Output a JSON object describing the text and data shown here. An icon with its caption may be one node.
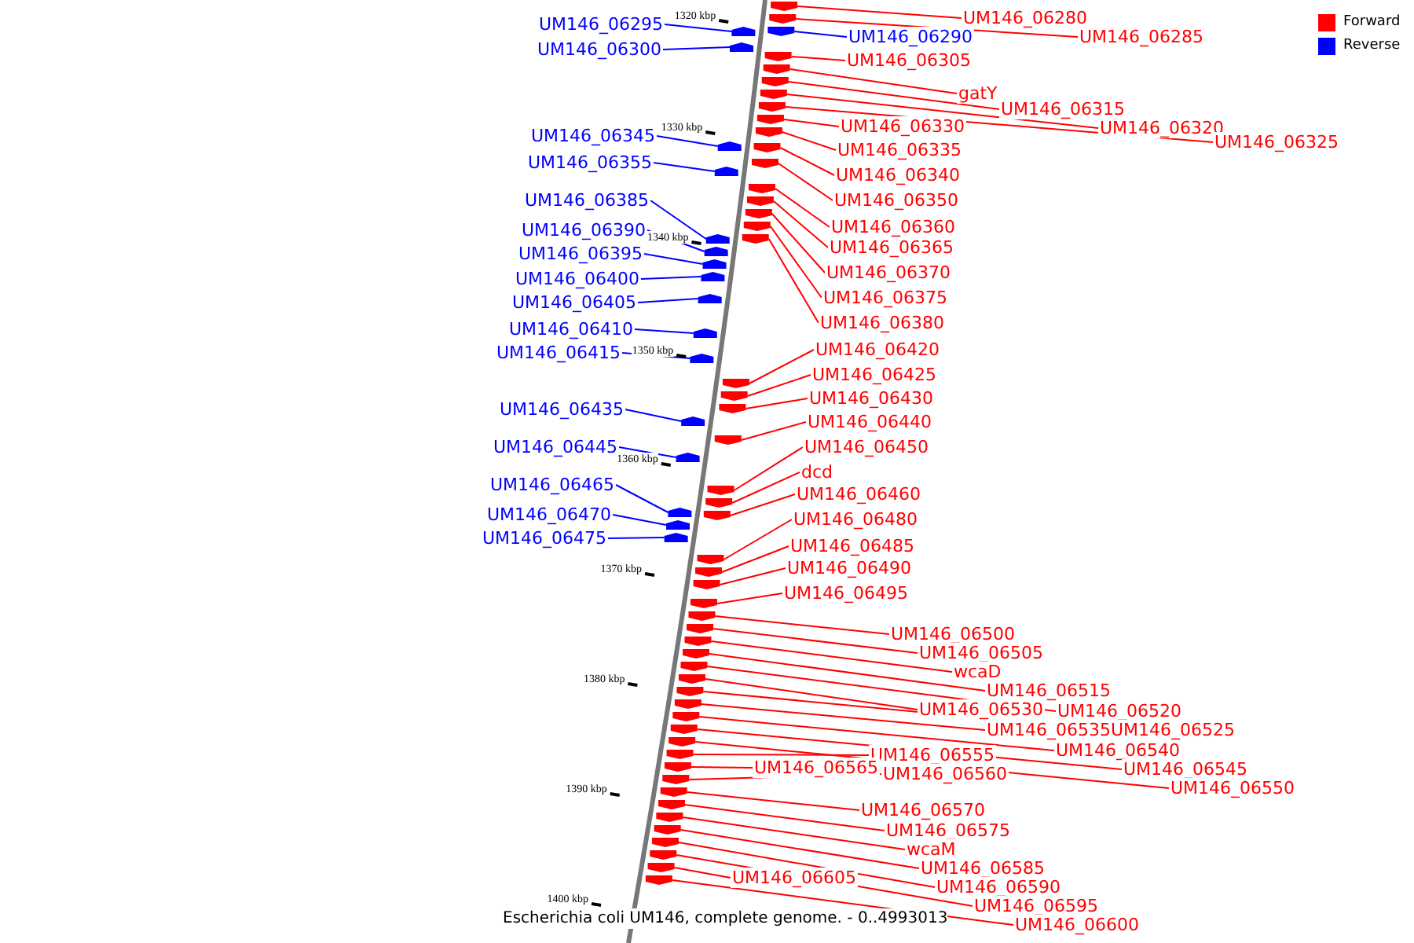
{
  "diagram": {
    "caption": "Escherichia coli UM146, complete genome. - 0..4993013",
    "nodes": [
      {
        "text": [
          "UM146_06280"
        ]
      },
      {
        "text": [
          "UM146_06295"
        ]
      },
      {
        "text": [
          "UM146_06290"
        ]
      },
      {
        "text": [
          "UM146_06285"
        ]
      },
      {
        "text": [
          "UM146_06300"
        ]
      },
      {
        "text": [
          "UM146_06305"
        ]
      },
      {
        "text": [
          "gatY"
        ]
      },
      {
        "text": [
          "UM146_06315"
        ]
      },
      {
        "text": [
          "UM146_06330"
        ]
      },
      {
        "text": [
          "UM146_06320"
        ]
      },
      {
        "text": [
          "UM146_06345"
        ]
      },
      {
        "text": [
          "UM146_06325"
        ]
      },
      {
        "text": [
          "UM146_06335"
        ]
      },
      {
        "text": [
          "UM146_06355"
        ]
      },
      {
        "text": [
          "UM146_06340"
        ]
      },
      {
        "text": [
          "UM146_06385"
        ]
      },
      {
        "text": [
          "UM146_06350"
        ]
      },
      {
        "text": [
          "UM146_06360"
        ]
      },
      {
        "text": [
          "UM146_06390"
        ]
      },
      {
        "text": [
          "UM146_06365"
        ]
      },
      {
        "text": [
          "UM146_06395"
        ]
      },
      {
        "text": [
          "UM146_06370"
        ]
      },
      {
        "text": [
          "UM146_06400"
        ]
      },
      {
        "text": [
          "UM146_06375"
        ]
      },
      {
        "text": [
          "UM146_06405"
        ]
      },
      {
        "text": [
          "UM146_06380"
        ]
      },
      {
        "text": [
          "UM146_06410"
        ]
      },
      {
        "text": [
          "UM146_06420"
        ]
      },
      {
        "text": [
          "UM146_06415"
        ]
      },
      {
        "text": [
          "UM146_06425"
        ]
      },
      {
        "text": [
          "UM146_06430"
        ]
      },
      {
        "text": [
          "UM146_06435"
        ]
      },
      {
        "text": [
          "UM146_06440"
        ]
      },
      {
        "text": [
          "UM146_06445"
        ]
      },
      {
        "text": [
          "UM146_06450"
        ]
      },
      {
        "text": [
          "dcd"
        ]
      },
      {
        "text": [
          "UM146_06465"
        ]
      },
      {
        "text": [
          "UM146_06460"
        ]
      },
      {
        "text": [
          "UM146_06470"
        ]
      },
      {
        "text": [
          "UM146_06480"
        ]
      },
      {
        "text": [
          "UM146_06475"
        ]
      },
      {
        "text": [
          "UM146_06485"
        ]
      },
      {
        "text": [
          "UM146_06490"
        ]
      },
      {
        "text": [
          "UM146_06495"
        ]
      },
      {
        "text": [
          "UM146_06500"
        ]
      },
      {
        "text": [
          "UM146_06505"
        ]
      },
      {
        "text": [
          "wcaD"
        ]
      },
      {
        "text": [
          "UM146_06515"
        ]
      },
      {
        "text": [
          "UM146_06530"
        ]
      },
      {
        "text": [
          "UM146_06520"
        ]
      },
      {
        "text": [
          "UM146_06535"
        ]
      },
      {
        "text": [
          "UM146_06525"
        ]
      },
      {
        "text": [
          "UM146_06540"
        ]
      },
      {
        "text": [
          "UM146_06555"
        ]
      },
      {
        "text": [
          "UM146_06565"
        ]
      },
      {
        "text": [
          "UM146_06545"
        ]
      },
      {
        "text": [
          "UM146_06560"
        ]
      },
      {
        "text": [
          "UM146_06550"
        ]
      },
      {
        "text": [
          "UM146_06570"
        ]
      },
      {
        "text": [
          "UM146_06575"
        ]
      },
      {
        "text": [
          "wcaM"
        ]
      },
      {
        "text": [
          "UM146_06585"
        ]
      },
      {
        "text": [
          "UM146_06605"
        ]
      },
      {
        "text": [
          "UM146_06590"
        ]
      },
      {
        "text": [
          "UM146_06595"
        ]
      },
      {
        "text": [
          "UM146_06600"
        ]
      },
      {
        "text": [],
        "shape": "arrow"
      },
      {
        "text": [],
        "shape": "arrow"
      },
      {
        "text": [],
        "shape": "arrow"
      },
      {
        "text": [],
        "shape": "arrow"
      },
      {
        "text": [],
        "shape": "arrow"
      },
      {
        "text": [],
        "shape": "arrow"
      },
      {
        "text": [],
        "shape": "arrow"
      },
      {
        "text": [],
        "shape": "arrow"
      },
      {
        "text": [],
        "shape": "arrow"
      },
      {
        "text": [],
        "shape": "arrow"
      },
      {
        "text": [],
        "shape": "arrow"
      },
      {
        "text": [],
        "shape": "arrow"
      },
      {
        "text": [],
        "shape": "arrow"
      },
      {
        "text": [],
        "shape": "arrow"
      },
      {
        "text": [],
        "shape": "arrow"
      },
      {
        "text": [],
        "shape": "arrow"
      },
      {
        "text": [],
        "shape": "arrow"
      },
      {
        "text": [],
        "shape": "arrow"
      },
      {
        "text": [],
        "shape": "arrow"
      },
      {
        "text": [],
        "shape": "arrow"
      },
      {
        "text": [],
        "shape": "arrow"
      },
      {
        "text": [],
        "shape": "arrow"
      },
      {
        "text": [],
        "shape": "arrow"
      },
      {
        "text": [],
        "shape": "arrow"
      },
      {
        "text": [],
        "shape": "arrow"
      },
      {
        "text": [],
        "shape": "arrow"
      },
      {
        "text": [],
        "shape": "arrow"
      },
      {
        "text": [],
        "shape": "arrow"
      },
      {
        "text": [],
        "shape": "arrow"
      },
      {
        "text": [],
        "shape": "arrow"
      },
      {
        "text": [],
        "shape": "arrow"
      },
      {
        "text": [],
        "shape": "arrow"
      },
      {
        "text": [],
        "shape": "arrow"
      },
      {
        "text": [],
        "shape": "arrow"
      },
      {
        "text": [],
        "shape": "arrow"
      },
      {
        "text": [],
        "shape": "arrow"
      },
      {
        "text": [],
        "shape": "arrow"
      },
      {
        "text": [],
        "shape": "arrow"
      },
      {
        "text": [],
        "shape": "arrow"
      },
      {
        "text": [],
        "shape": "arrow"
      },
      {
        "text": [],
        "shape": "arrow"
      },
      {
        "text": [],
        "shape": "arrow"
      },
      {
        "text": [],
        "shape": "arrow"
      },
      {
        "text": [],
        "shape": "arrow"
      },
      {
        "text": [],
        "shape": "arrow"
      },
      {
        "text": [],
        "shape": "arrow"
      },
      {
        "text": [],
        "shape": "arrow"
      },
      {
        "text": [],
        "shape": "arrow"
      },
      {
        "text": [],
        "shape": "arrow"
      },
      {
        "text": [],
        "shape": "arrow"
      },
      {
        "text": [],
        "shape": "arrow"
      },
      {
        "text": [],
        "shape": "arrow"
      },
      {
        "text": [],
        "shape": "arrow"
      },
      {
        "text": [],
        "shape": "arrow"
      },
      {
        "text": [],
        "shape": "arrow"
      },
      {
        "text": [],
        "shape": "arrow"
      },
      {
        "text": [],
        "shape": "arrow"
      },
      {
        "text": [],
        "shape": "arrow"
      },
      {
        "text": [],
        "shape": "arrow"
      },
      {
        "text": [],
        "shape": "arrow"
      },
      {
        "text": [],
        "shape": "arrow"
      },
      {
        "text": [],
        "shape": "arrow"
      },
      {
        "text": [],
        "shape": "arrow"
      },
      {
        "text": [],
        "shape": "arrow"
      },
      {
        "text": [],
        "shape": "arrow"
      },
      {
        "text": [],
        "shape": "arrow"
      }
    ],
    "edges": [
      {
        "from": 0,
        "to": 66,
        "arrow": "none"
      },
      {
        "from": 1,
        "to": 69,
        "arrow": "none",
        "color": "#0000ff"
      },
      {
        "from": 2,
        "to": 68,
        "arrow": "none",
        "color": "#0000ff"
      },
      {
        "from": 3,
        "to": 67,
        "arrow": "none"
      },
      {
        "from": 4,
        "to": 70,
        "arrow": "none",
        "color": "#0000ff"
      },
      {
        "from": 5,
        "to": 71,
        "arrow": "none"
      },
      {
        "from": 6,
        "to": 72,
        "arrow": "none"
      },
      {
        "from": 7,
        "to": 73,
        "arrow": "none"
      },
      {
        "from": 8,
        "to": 76,
        "arrow": "none"
      },
      {
        "from": 9,
        "to": 74,
        "arrow": "none"
      },
      {
        "from": 10,
        "to": 78,
        "arrow": "none",
        "color": "#0000ff"
      },
      {
        "from": 11,
        "to": 75,
        "arrow": "none"
      },
      {
        "from": 12,
        "to": 77,
        "arrow": "none"
      },
      {
        "from": 13,
        "to": 81,
        "arrow": "none",
        "color": "#0000ff"
      },
      {
        "from": 14,
        "to": 79,
        "arrow": "none"
      },
      {
        "from": 15,
        "to": 87,
        "arrow": "none",
        "color": "#0000ff"
      },
      {
        "from": 16,
        "to": 80,
        "arrow": "none"
      },
      {
        "from": 17,
        "to": 82,
        "arrow": "none"
      },
      {
        "from": 18,
        "to": 88,
        "arrow": "none",
        "color": "#0000ff"
      },
      {
        "from": 19,
        "to": 83,
        "arrow": "none"
      },
      {
        "from": 20,
        "to": 89,
        "arrow": "none",
        "color": "#0000ff"
      },
      {
        "from": 21,
        "to": 84,
        "arrow": "none"
      },
      {
        "from": 22,
        "to": 90,
        "arrow": "none",
        "color": "#0000ff"
      },
      {
        "from": 23,
        "to": 85,
        "arrow": "none"
      },
      {
        "from": 24,
        "to": 91,
        "arrow": "none",
        "color": "#0000ff"
      },
      {
        "from": 25,
        "to": 86,
        "arrow": "none"
      },
      {
        "from": 26,
        "to": 92,
        "arrow": "none",
        "color": "#0000ff"
      },
      {
        "from": 27,
        "to": 94,
        "arrow": "none"
      },
      {
        "from": 28,
        "to": 93,
        "arrow": "none",
        "color": "#0000ff"
      },
      {
        "from": 29,
        "to": 95,
        "arrow": "none"
      },
      {
        "from": 30,
        "to": 96,
        "arrow": "none"
      },
      {
        "from": 31,
        "to": 97,
        "arrow": "none",
        "color": "#0000ff"
      },
      {
        "from": 32,
        "to": 98,
        "arrow": "none"
      },
      {
        "from": 33,
        "to": 99,
        "arrow": "none",
        "color": "#0000ff"
      },
      {
        "from": 34,
        "to": 100,
        "arrow": "none"
      },
      {
        "from": 35,
        "to": 101,
        "arrow": "none"
      },
      {
        "from": 36,
        "to": 102,
        "arrow": "none",
        "color": "#0000ff"
      },
      {
        "from": 37,
        "to": 103,
        "arrow": "none"
      },
      {
        "from": 38,
        "to": 104,
        "arrow": "none",
        "color": "#0000ff"
      },
      {
        "from": 39,
        "to": 106,
        "arrow": "none"
      },
      {
        "from": 40,
        "to": 105,
        "arrow": "none",
        "color": "#0000ff"
      },
      {
        "from": 41,
        "to": 107,
        "arrow": "none"
      },
      {
        "from": 42,
        "to": 108,
        "arrow": "none"
      },
      {
        "from": 43,
        "to": 109,
        "arrow": "none"
      },
      {
        "from": 44,
        "to": 110,
        "arrow": "none"
      },
      {
        "from": 45,
        "to": 111,
        "arrow": "none"
      },
      {
        "from": 46,
        "to": 112,
        "arrow": "none"
      },
      {
        "from": 47,
        "to": 113,
        "arrow": "none"
      },
      {
        "from": 48,
        "to": 115,
        "arrow": "none"
      },
      {
        "from": 49,
        "to": 114,
        "arrow": "none"
      },
      {
        "from": 50,
        "to": 117,
        "arrow": "none"
      },
      {
        "from": 51,
        "to": 116,
        "arrow": "none"
      },
      {
        "from": 52,
        "to": 118,
        "arrow": "none"
      },
      {
        "from": 53,
        "to": 121,
        "arrow": "none"
      },
      {
        "from": 54,
        "to": 122,
        "arrow": "none"
      },
      {
        "from": 55,
        "to": 119,
        "arrow": "none"
      },
      {
        "from": 56,
        "to": 123,
        "arrow": "none"
      },
      {
        "from": 57,
        "to": 120,
        "arrow": "none"
      },
      {
        "from": 58,
        "to": 124,
        "arrow": "none"
      },
      {
        "from": 59,
        "to": 125,
        "arrow": "none"
      },
      {
        "from": 60,
        "to": 126,
        "arrow": "none"
      },
      {
        "from": 61,
        "to": 127,
        "arrow": "none"
      },
      {
        "from": 62,
        "to": 130,
        "arrow": "none"
      },
      {
        "from": 63,
        "to": 128,
        "arrow": "none"
      },
      {
        "from": 64,
        "to": 129,
        "arrow": "none"
      },
      {
        "from": 65,
        "to": 131,
        "arrow": "none"
      }
    ],
    "labels": [
      "1320 kbp",
      "1330 kbp",
      "1340 kbp",
      "1350 kbp",
      "1360 kbp",
      "1370 kbp",
      "1380 kbp",
      "1390 kbp",
      "1400 kbp"
    ],
    "legend": [
      {
        "text": "Forward",
        "color": "#ff0000"
      },
      {
        "text": "Reverse",
        "color": "#0000ff"
      }
    ]
  }
}
